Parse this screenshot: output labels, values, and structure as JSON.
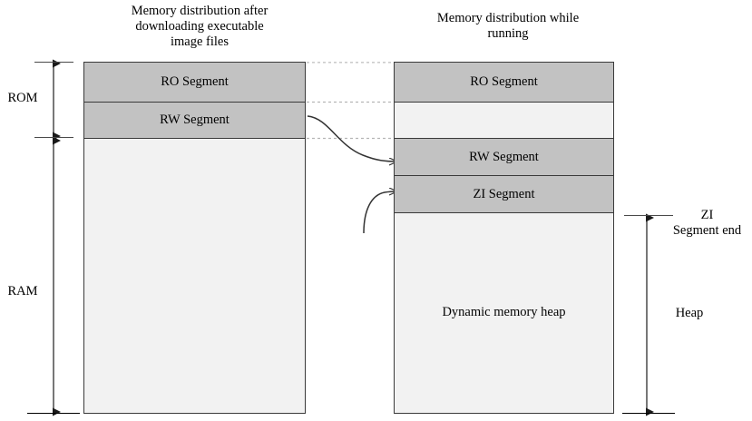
{
  "diagram": {
    "title_left": "Memory distribution after\ndownloading executable\nimage files",
    "title_right": "Memory distribution while\nrunning"
  },
  "left_column": {
    "segments": [
      {
        "label": "RO Segment",
        "fill": "gray"
      },
      {
        "label": "RW Segment",
        "fill": "gray"
      },
      {
        "label": "",
        "fill": "light"
      }
    ]
  },
  "right_column": {
    "segments": [
      {
        "label": "RO Segment",
        "fill": "gray"
      },
      {
        "label": "",
        "fill": "light"
      },
      {
        "label": "RW Segment",
        "fill": "gray"
      },
      {
        "label": "ZI Segment",
        "fill": "gray"
      },
      {
        "label": "Dynamic memory heap",
        "fill": "light"
      }
    ]
  },
  "left_brackets": [
    {
      "name": "ROM",
      "label": "ROM"
    },
    {
      "name": "RAM",
      "label": "RAM"
    }
  ],
  "right_brackets": [
    {
      "name": "zi-segment-end",
      "label": "ZI\nSegment end"
    },
    {
      "name": "heap",
      "label": "Heap"
    }
  ],
  "colors": {
    "segment_gray": "#c2c2c2",
    "segment_light": "#f2f2f2",
    "border": "#3a3a3a",
    "arrow": "#333333",
    "dotted": "#b8b8b8"
  }
}
